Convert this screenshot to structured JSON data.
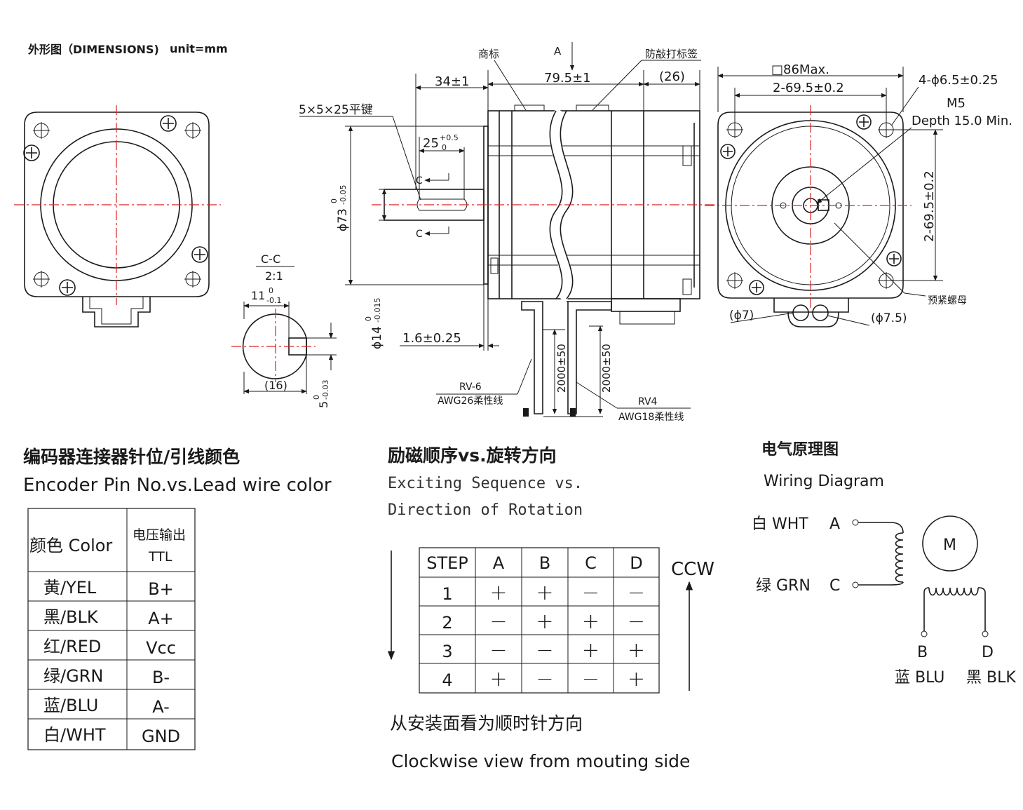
{
  "header": {
    "title": "外形图（DIMENSIONS)",
    "unit": "unit=mm"
  },
  "front_view": {},
  "side_view": {
    "dim_shaft_len": "34±1",
    "dim_body_len": "79.5±1",
    "dim_rear_len": "(26)",
    "label_logo": "商标",
    "label_view": "A",
    "label_nameplate": "防敲打标签",
    "key_label": "5×5×25平键",
    "key_len_main": "25",
    "key_len_sup": "+0.5",
    "key_len_sub": "0",
    "section_c_top": "C",
    "section_c_bottom": "C",
    "dim_pilot_main": "ϕ73",
    "dim_pilot_sup": "0",
    "dim_pilot_sub": "-0.05",
    "dim_shaft_dia_main": "ϕ14",
    "dim_shaft_dia_sup": "0",
    "dim_shaft_dia_sub": "-0.015",
    "dim_flange": "1.6±0.25",
    "cable_len_1": "2000±50",
    "cable_len_2": "2000±50",
    "encoder_cable": "RV-6",
    "encoder_cable_spec": "AWG26柔性线",
    "motor_cable": "RV4",
    "motor_cable_spec": "AWG18柔性线"
  },
  "section": {
    "title": "C-C",
    "scale": "2:1",
    "dim_flat_main": "11",
    "dim_flat_sup": "0",
    "dim_flat_sub": "-0.1",
    "dim_width": "(16)",
    "dim_key_main": "5",
    "dim_key_sup": "0",
    "dim_key_sub": "-0.03"
  },
  "end_view": {
    "dim_square": "□86Max.",
    "dim_hole_spacing_h": "2-69.5±0.2",
    "dim_hole_spacing_v": "2-69.5±0.2",
    "dim_holes": "4-ϕ6.5±0.25",
    "thread": "M5",
    "thread_depth": "Depth 15.0 Min.",
    "locknut": "预紧螺母",
    "gland_left": "(ϕ7)",
    "gland_right": "(ϕ7.5)"
  },
  "encoder_table": {
    "title_cn": "编码器连接器针位/引线颜色",
    "title_en": "Encoder Pin No.vs.Lead wire color",
    "header_color": "颜色 Color",
    "header_out_1": "电压输出",
    "header_out_2": "TTL",
    "rows": [
      {
        "color": "黄/YEL",
        "pin": "B+"
      },
      {
        "color": "黑/BLK",
        "pin": "A+"
      },
      {
        "color": "红/RED",
        "pin": "Vcc"
      },
      {
        "color": "绿/GRN",
        "pin": "B-"
      },
      {
        "color": "蓝/BLU",
        "pin": "A-"
      },
      {
        "color": "白/WHT",
        "pin": "GND"
      }
    ]
  },
  "sequence": {
    "title_cn": "励磁顺序vs.旋转方向",
    "title_en_1": "Exciting Sequence vs.",
    "title_en_2": "Direction of Rotation",
    "headers": [
      "STEP",
      "A",
      "B",
      "C",
      "D"
    ],
    "rows": [
      [
        "1",
        "+",
        "+",
        "−",
        "−"
      ],
      [
        "2",
        "−",
        "+",
        "+",
        "−"
      ],
      [
        "3",
        "−",
        "−",
        "+",
        "+"
      ],
      [
        "4",
        "+",
        "−",
        "−",
        "+"
      ]
    ],
    "ccw": "CCW",
    "note_cn": "从安装面看为顺时针方向",
    "note_en": "Clockwise view from mouting side"
  },
  "wiring": {
    "title_cn": "电气原理图",
    "title_en": "Wiring Diagram",
    "a_color": "白 WHT",
    "a_label": "A",
    "c_color": "绿 GRN",
    "c_label": "C",
    "motor": "M",
    "b_label": "B",
    "d_label": "D",
    "b_color": "蓝 BLU",
    "d_color": "黑 BLK"
  },
  "colors": {
    "line": "#1a1a1a",
    "centerline": "#e02020"
  }
}
